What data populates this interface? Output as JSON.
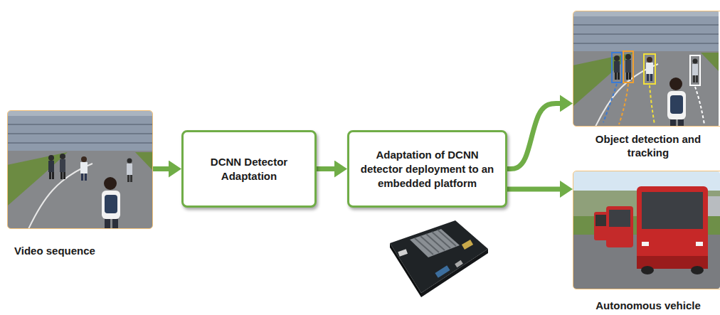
{
  "diagram": {
    "nodes": [
      {
        "text": [
          "Video sequence"
        ]
      },
      {
        "text": [
          "DCNN Detector Adaptation"
        ]
      },
      {
        "text": [
          "Adaptation of DCNN detector deployment to an embedded platform"
        ]
      },
      {
        "text": [
          "Object detection and tracking"
        ]
      },
      {
        "text": [
          "Autonomous vehicle"
        ]
      }
    ],
    "edges": [
      {
        "from": 0,
        "to": 1,
        "arrow": "to"
      },
      {
        "from": 1,
        "to": 2,
        "arrow": "to"
      },
      {
        "from": 2,
        "to": 3,
        "arrow": "to"
      },
      {
        "from": 2,
        "to": 4,
        "arrow": "to"
      }
    ]
  }
}
